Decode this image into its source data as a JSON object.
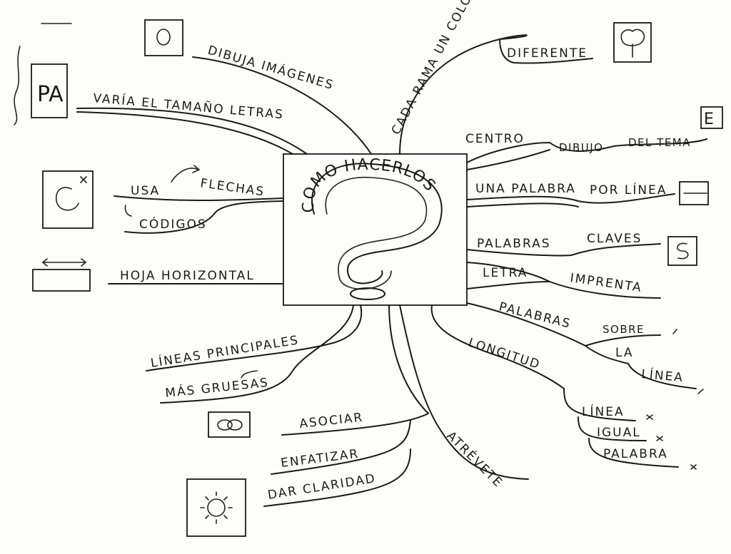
{
  "center": {
    "title": "COMO HACERLOS"
  },
  "branches": {
    "dibuja": "DIBUJA IMÁGENES",
    "varia": "VARÍA EL TAMAÑO LETRAS",
    "usa": "USA",
    "flechas": "FLECHAS",
    "codigos": "CÓDIGOS",
    "hoja": "HOJA HORIZONTAL",
    "lineas_principales": "LÍNEAS PRINCIPALES",
    "mas_gruesas": "MÁS GRUESAS",
    "asociar": "ASOCIAR",
    "enfatizar": "ENFATIZAR",
    "dar_claridad": "DAR CLARIDAD",
    "atrevete": "ATRÉVETE",
    "cada_rama": "CADA RAMA UN COLOR",
    "diferente": "DIFERENTE",
    "centro": "CENTRO",
    "dibujo": "DIBUJO",
    "del_tema": "DEL TEMA",
    "una_palabra": "UNA PALABRA",
    "por_linea": "POR LÍNEA",
    "palabras_claves_1": "PALABRAS",
    "claves": "CLAVES",
    "letra": "LETRA",
    "imprenta": "IMPRENTA",
    "palabras_sobre": "PALABRAS",
    "sobre": "SOBRE",
    "la": "LA",
    "linea_sobre": "LÍNEA",
    "longitud": "LONGITUD",
    "linea_igual": "LÍNEA",
    "igual": "IGUAL",
    "palabra": "PALABRA"
  },
  "icons": {
    "pa_box": "PA",
    "letter_box": "E"
  }
}
